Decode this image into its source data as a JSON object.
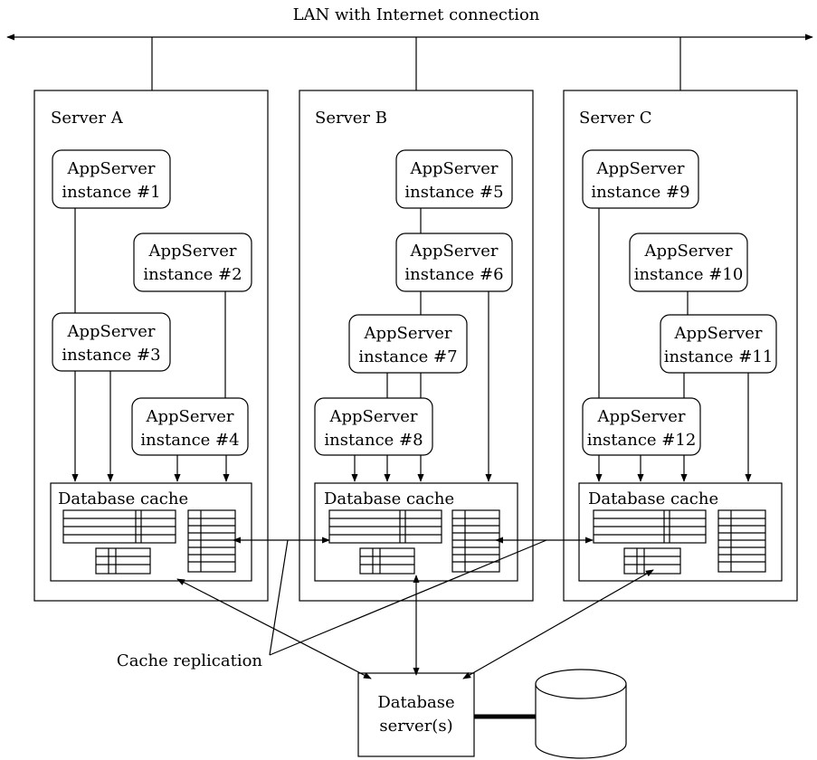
{
  "network": {
    "label": "LAN with Internet connection"
  },
  "servers": [
    {
      "label": "Server A"
    },
    {
      "label": "Server B"
    },
    {
      "label": "Server C"
    }
  ],
  "instances": [
    {
      "line1": "AppServer",
      "line2": "instance #1"
    },
    {
      "line1": "AppServer",
      "line2": "instance #2"
    },
    {
      "line1": "AppServer",
      "line2": "instance #3"
    },
    {
      "line1": "AppServer",
      "line2": "instance #4"
    },
    {
      "line1": "AppServer",
      "line2": "instance #5"
    },
    {
      "line1": "AppServer",
      "line2": "instance #6"
    },
    {
      "line1": "AppServer",
      "line2": "instance #7"
    },
    {
      "line1": "AppServer",
      "line2": "instance #8"
    },
    {
      "line1": "AppServer",
      "line2": "instance #9"
    },
    {
      "line1": "AppServer",
      "line2": "instance #10"
    },
    {
      "line1": "AppServer",
      "line2": "instance #11"
    },
    {
      "line1": "AppServer",
      "line2": "instance #12"
    }
  ],
  "caches": [
    {
      "label": "Database cache"
    },
    {
      "label": "Database cache"
    },
    {
      "label": "Database cache"
    }
  ],
  "replication": {
    "label": "Cache replication"
  },
  "database_server": {
    "line1": "Database",
    "line2": "server(s)"
  }
}
